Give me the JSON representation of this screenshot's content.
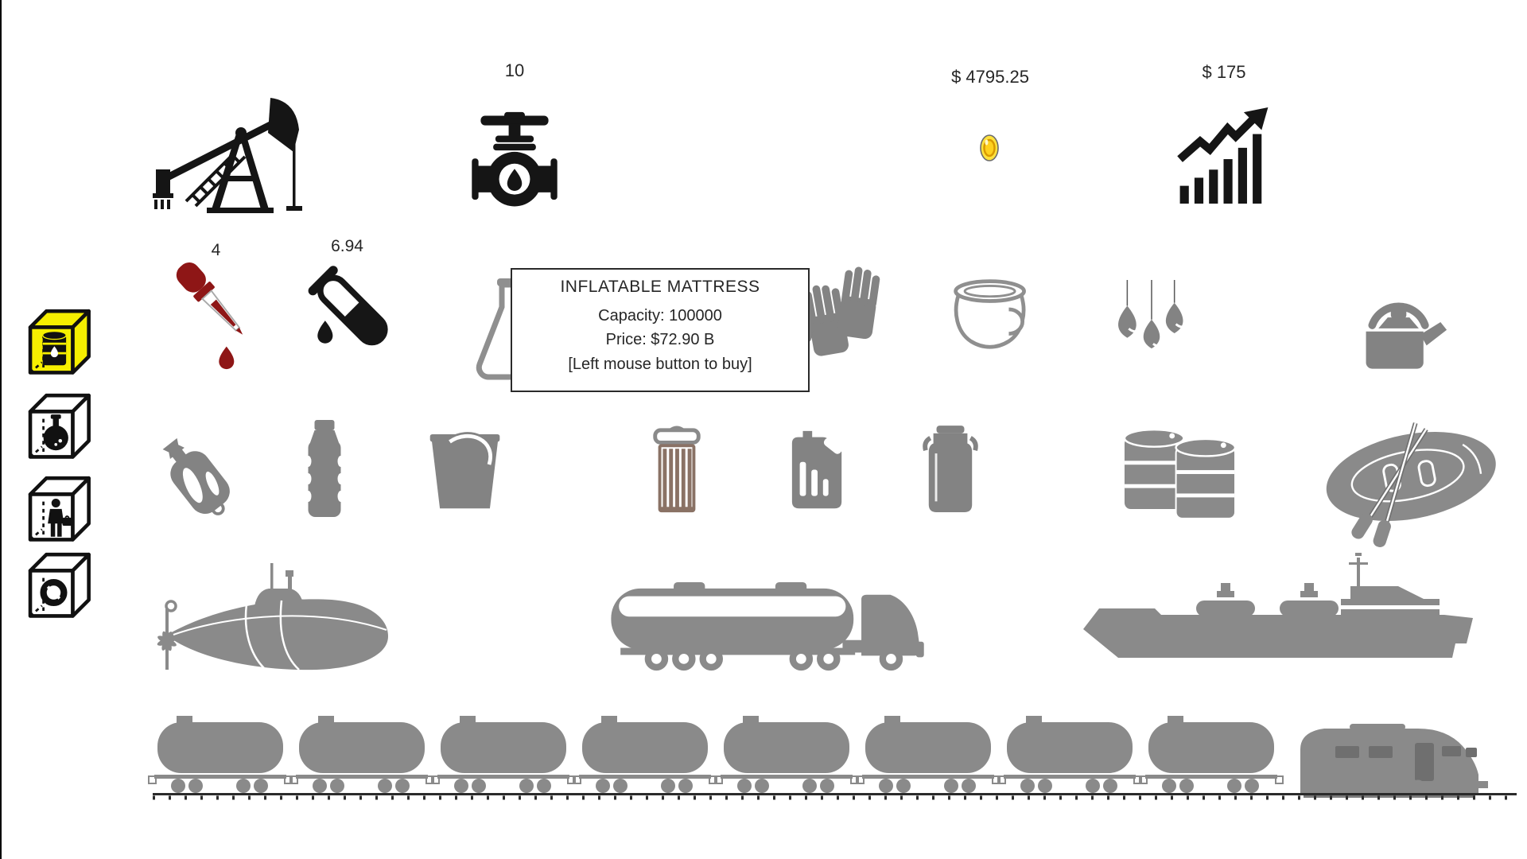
{
  "header": {
    "pumpjack_icon": "oil-pump-jack",
    "valve": {
      "count": "10",
      "icon": "pipeline-valve"
    },
    "money": {
      "value": "$ 4795.25",
      "icon": "gold-coin"
    },
    "income": {
      "value": "$ 175",
      "icon": "growth-chart"
    }
  },
  "sidebar": {
    "items": [
      {
        "icon": "cube-oil-barrel",
        "selected": true
      },
      {
        "icon": "cube-flask",
        "selected": false
      },
      {
        "icon": "cube-businessman",
        "selected": false
      },
      {
        "icon": "cube-safe",
        "selected": false
      }
    ]
  },
  "tools_row": {
    "dropper": {
      "count": "4",
      "icon": "pipette"
    },
    "test_tube": {
      "count": "6.94",
      "icon": "test-tube"
    },
    "other_icons": [
      "flask",
      "rubber-gloves",
      "pot",
      "water-balloons",
      "kettle"
    ]
  },
  "tooltip": {
    "title": "INFLATABLE MATTRESS",
    "capacity": "Capacity: 100000",
    "price": "Price: $72.90 B",
    "hint": "[Left mouse button to buy]"
  },
  "containers_row": [
    "hot-water-bottle",
    "plastic-bottle",
    "bucket",
    "trash-can",
    "jerry-can",
    "milk-can",
    "oil-barrels",
    "inflatable-boat"
  ],
  "vehicles_row": [
    "submarine",
    "tanker-truck",
    "tanker-ship"
  ],
  "train": {
    "tank_cars": 8,
    "locomotives": 1
  },
  "colors": {
    "item_gray": "#8a8a8a",
    "icon_black": "#151515",
    "selected_yellow": "#f6ef00",
    "coin_gold": "#ffe23d",
    "dropper_red": "#8e1616",
    "trash_brown": "#8a7265"
  }
}
